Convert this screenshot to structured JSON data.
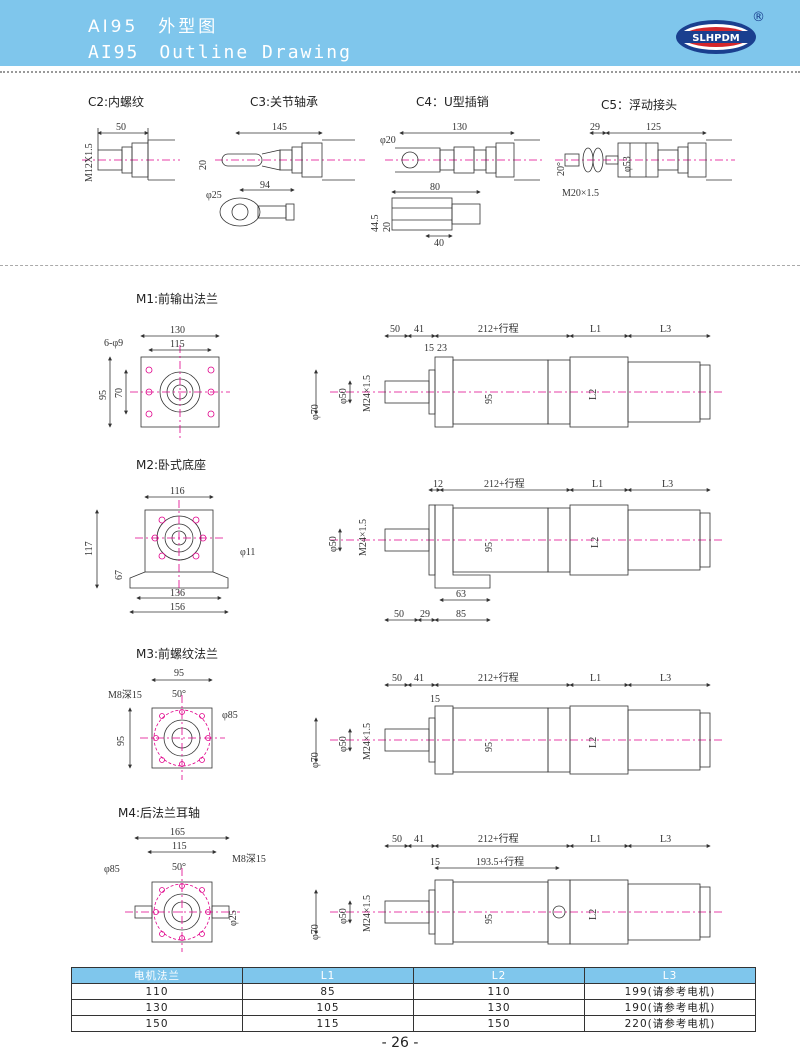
{
  "header": {
    "title_cn": "AI95　外型图",
    "title_en": "AI95　Outline Drawing",
    "logo_text": "SLHPDM",
    "registered_mark": "®"
  },
  "connectors": {
    "c2": {
      "label": "C2:内螺纹",
      "dims": [
        "50",
        "M12X1.5"
      ]
    },
    "c3": {
      "label": "C3:关节轴承",
      "dims": [
        "145",
        "20",
        "94",
        "φ25"
      ]
    },
    "c4": {
      "label": "C4：U型插销",
      "dims": [
        "130",
        "φ20",
        "80",
        "44.5",
        "20",
        "40"
      ]
    },
    "c5": {
      "label": "C5：浮动接头",
      "dims": [
        "29",
        "125",
        "20°",
        "φ53",
        "M20×1.5"
      ]
    }
  },
  "mounts": {
    "m1": {
      "label": "M1:前输出法兰",
      "front": [
        "130",
        "115",
        "6-φ9",
        "95",
        "70"
      ],
      "side": [
        "50",
        "41",
        "212+行程",
        "L1",
        "L3",
        "15",
        "23",
        "φ70",
        "φ50",
        "M24×1.5",
        "95",
        "L2"
      ]
    },
    "m2": {
      "label": "M2:卧式底座",
      "front": [
        "116",
        "117",
        "67",
        "φ11",
        "136",
        "156"
      ],
      "side": [
        "12",
        "212+行程",
        "L1",
        "L3",
        "φ50",
        "M24×1.5",
        "95",
        "L2",
        "63",
        "50",
        "29",
        "85"
      ]
    },
    "m3": {
      "label": "M3:前螺纹法兰",
      "front": [
        "95",
        "M8深15",
        "50°",
        "φ85",
        "95"
      ],
      "side": [
        "50",
        "41",
        "212+行程",
        "L1",
        "L3",
        "15",
        "φ70",
        "φ50",
        "M24×1.5",
        "95",
        "L2"
      ]
    },
    "m4": {
      "label": "M4:后法兰耳轴",
      "front": [
        "165",
        "115",
        "50°",
        "M8深15",
        "φ85",
        "φ25"
      ],
      "side": [
        "50",
        "41",
        "212+行程",
        "L1",
        "L3",
        "15",
        "193.5+行程",
        "φ70",
        "φ50",
        "M24×1.5",
        "95",
        "L2"
      ]
    }
  },
  "table": {
    "headers": [
      "电机法兰",
      "L1",
      "L2",
      "L3"
    ],
    "rows": [
      [
        "110",
        "85",
        "110",
        "199(请参考电机)"
      ],
      [
        "130",
        "105",
        "130",
        "190(请参考电机)"
      ],
      [
        "150",
        "115",
        "150",
        "220(请参考电机)"
      ]
    ]
  },
  "page_number": "- 26 -",
  "colors": {
    "header_bg": "#7fc6ec",
    "logo_blue": "#1a3f8f",
    "logo_red": "#d4262b",
    "centerline": "#e0008a"
  }
}
